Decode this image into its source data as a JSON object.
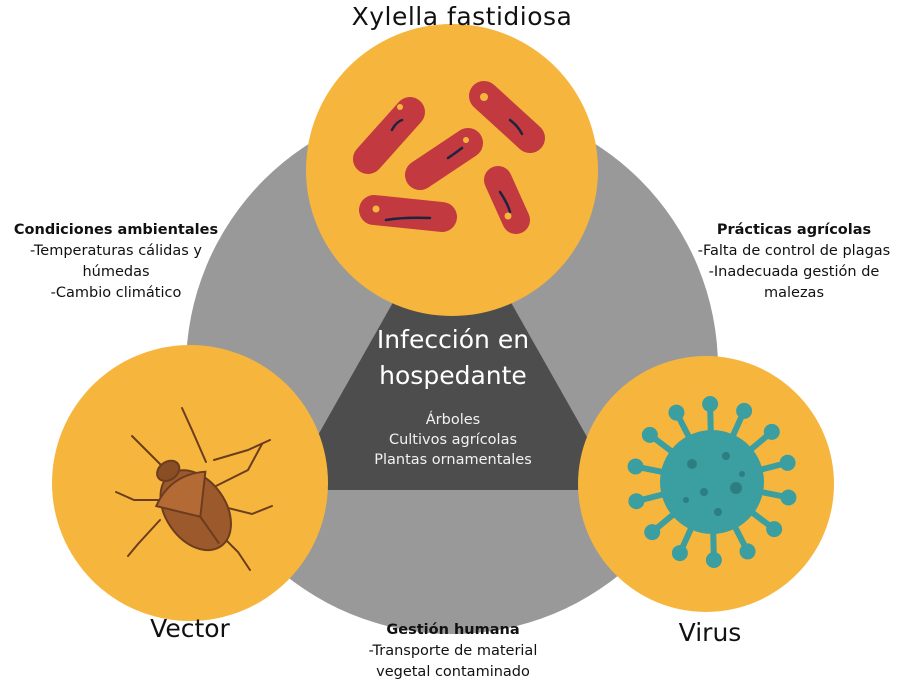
{
  "top": {
    "title": "Xylella fastidiosa"
  },
  "environment": {
    "heading": "Condiciones ambientales",
    "lines": [
      "-Temperaturas cálidas y",
      "húmedas",
      "-Cambio climático"
    ]
  },
  "agricultural": {
    "heading": "Prácticas agrícolas",
    "lines": [
      "-Falta de control de plagas",
      "-Inadecuada gestión de",
      "malezas"
    ]
  },
  "human": {
    "heading": "Gestión humana",
    "lines": [
      "-Transporte de material",
      "vegetal contaminado"
    ]
  },
  "center": {
    "title_lines": [
      "Infección en",
      "hospedante"
    ],
    "items": [
      "Árboles",
      "Cultivos agrícolas",
      "Plantas ornamentales"
    ]
  },
  "labels": {
    "vector": "Vector",
    "virus": "Virus"
  },
  "colors": {
    "ring": "#999999",
    "triangle": "#4d4d4d",
    "node": "#f6b63d",
    "bacteria": "#c2393f",
    "bacteria_dark": "#1c2440",
    "virus": "#3b9ea0",
    "bug": "#9c5a2c"
  },
  "icons": {
    "top": "bacteria-icon",
    "left": "stink-bug-icon",
    "right": "virus-icon"
  }
}
